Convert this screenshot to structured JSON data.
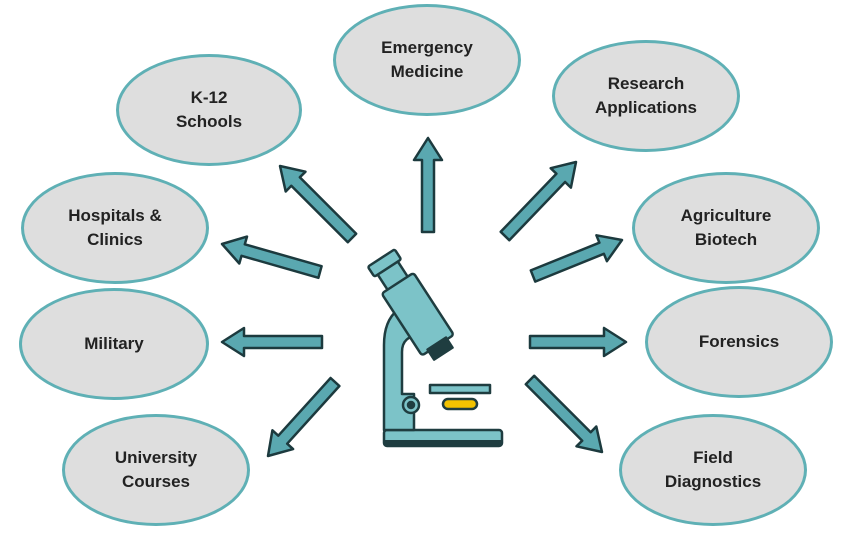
{
  "colors": {
    "outline": "#5fb0b5",
    "bubble_fill": "#dedede",
    "arrow_fill": "#5aa8b0",
    "arrow_stroke": "#1c3a3e",
    "microscope_body": "#7cc3c8",
    "microscope_dark": "#1f3d40",
    "specimen": "#f2c200"
  },
  "center_icon": "microscope-icon",
  "applications": {
    "emergency": "Emergency\nMedicine",
    "k12": "K-12\nSchools",
    "research": "Research\nApplications",
    "hospitals": "Hospitals &\nClinics",
    "agriculture": "Agriculture\nBiotech",
    "military": "Military",
    "forensics": "Forensics",
    "university": "University\nCourses",
    "field": "Field\nDiagnostics"
  }
}
